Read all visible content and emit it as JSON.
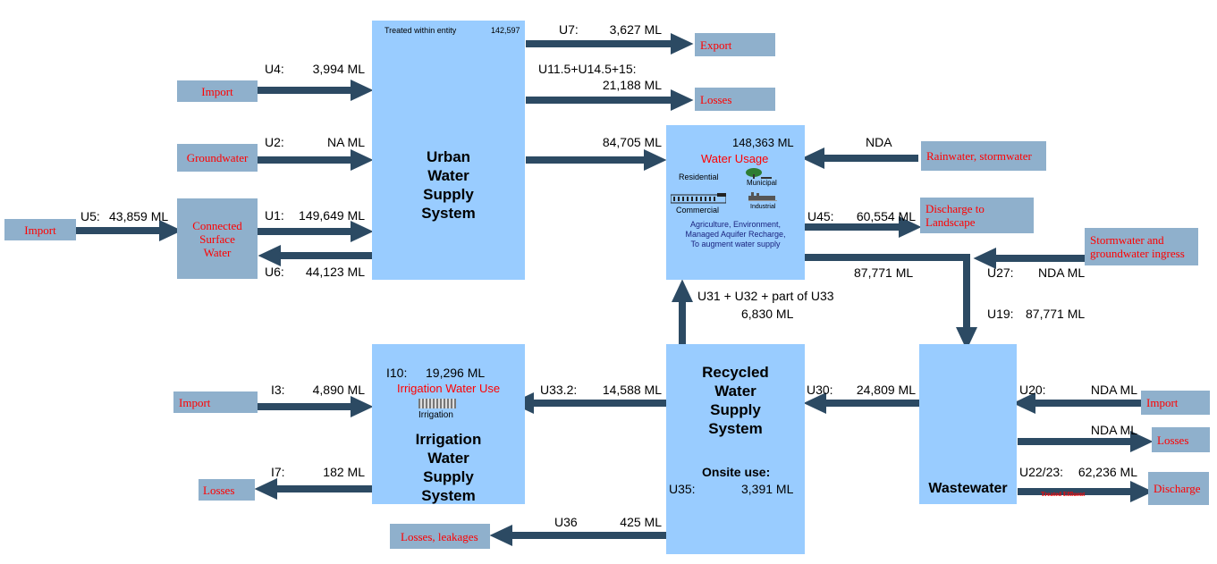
{
  "colors": {
    "system_box": "#99ccff",
    "external_box": "#8fb0cc",
    "arrow": "#2c4a63",
    "external_text": "#ff0000"
  },
  "urban": {
    "title": "Urban\nWater\nSupply\nSystem",
    "treated_label": "Treated within entity",
    "treated_value": "142,597"
  },
  "usage": {
    "total": "148,363 ML",
    "title": "Water Usage",
    "residential": "Residential",
    "municipal": "Municipal",
    "commercial": "Commercial",
    "industrial": "Industrial",
    "desc": "Agriculture, Environment,\nManaged Aquifer Recharge,\nTo augment water supply"
  },
  "recycled": {
    "title": "Recycled\nWater\nSupply\nSystem",
    "onsite_label": "Onsite use:",
    "u35_code": "U35:",
    "u35_value": "3,391   ML"
  },
  "irrigation": {
    "title": "Irrigation\nWater\nSupply\nSystem",
    "i10_code": "I10:",
    "i10_value": "19,296 ML",
    "use_label": "Irrigation Water Use",
    "icon_label": "Irrigation"
  },
  "wastewater": {
    "title": "Wastewater"
  },
  "externals": {
    "import_u5": "Import",
    "connected_surface": "Connected\nSurface\nWater",
    "import_u4": "Import",
    "groundwater": "Groundwater",
    "export": "Export",
    "losses_u11": "Losses",
    "rainwater": "Rainwater, stormwater",
    "discharge_landscape": "Discharge to\nLandscape",
    "stormwater_ingress": "Stormwater and\ngroundwater ingress",
    "import_u20": "Import",
    "losses_ww": "Losses",
    "discharge": "Discharge",
    "import_i3": "Import",
    "losses_i7": "Losses",
    "losses_leakages": "Losses, leakages"
  },
  "flows": {
    "u5_code": "U5:",
    "u5_value": "43,859 ML",
    "u4_code": "U4:",
    "u4_value": "3,994 ML",
    "u2_code": "U2:",
    "u2_value": "NA ML",
    "u1_code": "U1:",
    "u1_value": "149,649 ML",
    "u6_code": "U6:",
    "u6_value": "44,123 ML",
    "u7_code": "U7:",
    "u7_value": "3,627 ML",
    "u11_code": "U11.5+U14.5+15:",
    "u11_value": "21,188 ML",
    "supply_value": "84,705 ML",
    "nda_rain": "NDA",
    "u45_code": "U45:",
    "u45_value": "60,554 ML",
    "usage_ww_value": "87,771 ML",
    "u27_code": "U27:",
    "u27_value": "NDA ML",
    "u19_code": "U19:",
    "u19_value": "87,771 ML",
    "u31_label": "U31 + U32 + part of U33",
    "u31_value": "6,830 ML",
    "u20_code": "U20:",
    "u20_value": "NDA ML",
    "ww_losses_value": "NDA ML",
    "u22_code": "U22/23:",
    "u22_value": "62,236 ML",
    "u22_note": "Treated Effluent",
    "u30_code": "U30:",
    "u30_value": "24,809 ML",
    "u33_code": "U33.2:",
    "u33_value": "14,588 ML",
    "i3_code": "I3:",
    "i3_value": "4,890 ML",
    "i7_code": "I7:",
    "i7_value": "182 ML",
    "u36_code": "U36",
    "u36_value": "425 ML"
  }
}
